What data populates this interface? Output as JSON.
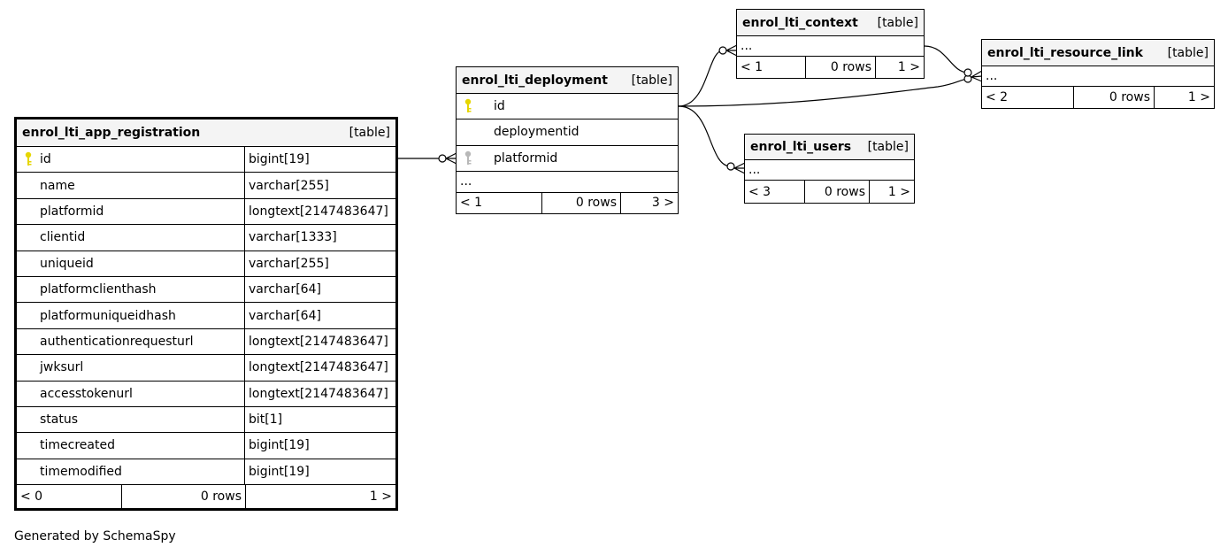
{
  "tables": {
    "app_registration": {
      "name": "enrol_lti_app_registration",
      "type": "[table]",
      "columns": [
        {
          "name": "id",
          "type": "bigint[19]",
          "key": "primary"
        },
        {
          "name": "name",
          "type": "varchar[255]"
        },
        {
          "name": "platformid",
          "type": "longtext[2147483647]"
        },
        {
          "name": "clientid",
          "type": "varchar[1333]"
        },
        {
          "name": "uniqueid",
          "type": "varchar[255]"
        },
        {
          "name": "platformclienthash",
          "type": "varchar[64]"
        },
        {
          "name": "platformuniqueidhash",
          "type": "varchar[64]"
        },
        {
          "name": "authenticationrequesturl",
          "type": "longtext[2147483647]"
        },
        {
          "name": "jwksurl",
          "type": "longtext[2147483647]"
        },
        {
          "name": "accesstokenurl",
          "type": "longtext[2147483647]"
        },
        {
          "name": "status",
          "type": "bit[1]"
        },
        {
          "name": "timecreated",
          "type": "bigint[19]"
        },
        {
          "name": "timemodified",
          "type": "bigint[19]"
        }
      ],
      "footer": {
        "parents": "< 0",
        "rows": "0 rows",
        "children": "1 >"
      }
    },
    "deployment": {
      "name": "enrol_lti_deployment",
      "type": "[table]",
      "columns": [
        {
          "name": "id",
          "key": "primary"
        },
        {
          "name": "deploymentid"
        },
        {
          "name": "platformid",
          "key": "foreign"
        }
      ],
      "more": "...",
      "footer": {
        "parents": "< 1",
        "rows": "0 rows",
        "children": "3 >"
      }
    },
    "context": {
      "name": "enrol_lti_context",
      "type": "[table]",
      "more": "...",
      "footer": {
        "parents": "< 1",
        "rows": "0 rows",
        "children": "1 >"
      }
    },
    "resource_link": {
      "name": "enrol_lti_resource_link",
      "type": "[table]",
      "more": "...",
      "footer": {
        "parents": "< 2",
        "rows": "0 rows",
        "children": "1 >"
      }
    },
    "users": {
      "name": "enrol_lti_users",
      "type": "[table]",
      "more": "...",
      "footer": {
        "parents": "< 3",
        "rows": "0 rows",
        "children": "1 >"
      }
    }
  },
  "colors": {
    "primary_key": "#e6d600",
    "foreign_key": "#b8b8b8",
    "header_bg": "#f4f4f4"
  },
  "footer_text": "Generated by SchemaSpy"
}
